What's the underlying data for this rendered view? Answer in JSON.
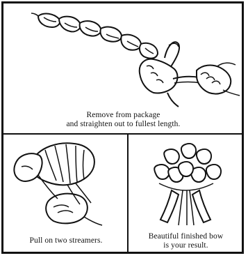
{
  "steps": [
    {
      "illustration": "bow-ribbon-straighten-illustration",
      "caption_lines": [
        "Remove from package",
        "and straighten out to fullest length."
      ]
    },
    {
      "illustration": "hands-pulling-streamers-illustration",
      "caption_lines": [
        "Pull on two streamers."
      ]
    },
    {
      "illustration": "finished-bow-illustration",
      "caption_lines": [
        "Beautiful finished bow",
        "is your result."
      ]
    }
  ]
}
